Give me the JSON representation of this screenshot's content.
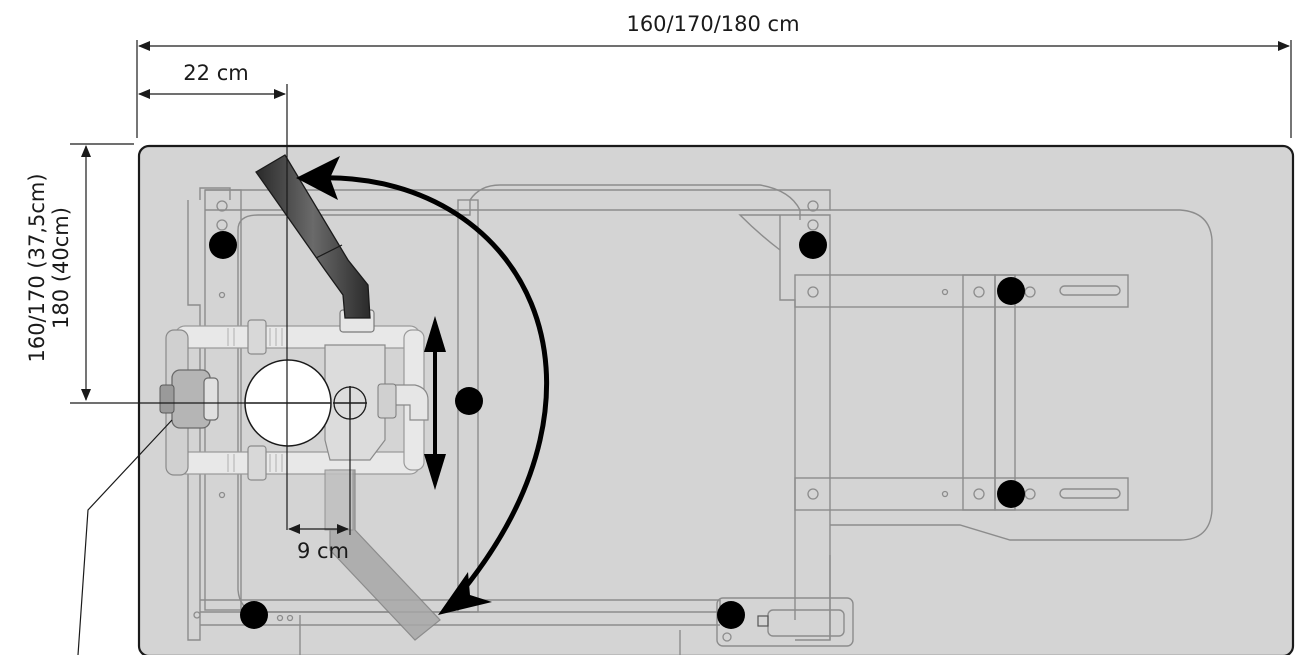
{
  "dimensions": {
    "overall_length": "160/170/180 cm",
    "drain_offset_x": "22 cm",
    "height_line_1": "160/170  (37,5cm)",
    "height_line_2": "180 (40cm)",
    "pipe_offset": "9 cm"
  },
  "colors": {
    "tub_fill": "#d4d4d4",
    "tub_outline": "#1a1a1a",
    "frame_line": "#8c8c8c",
    "pipe_fill": "#e6e6e6",
    "foot_dot": "#000000",
    "arrow": "#000000"
  }
}
